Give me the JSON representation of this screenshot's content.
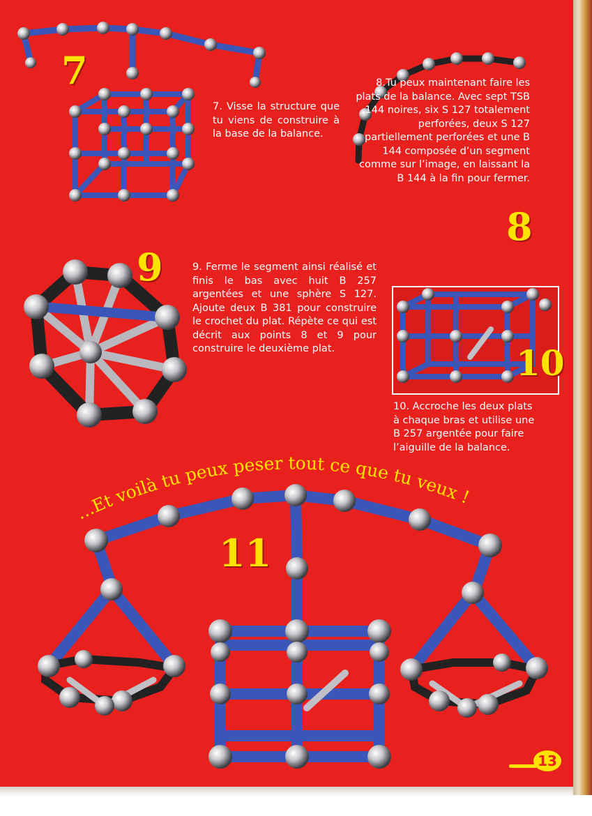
{
  "colors": {
    "background": "#e8201e",
    "number_yellow": "#ffe300",
    "text": "#ffffff",
    "rod_blue": "#3a56b8",
    "rod_black": "#222222"
  },
  "steps": {
    "s7": {
      "number": "7",
      "text": "7. Visse la structure que tu viens de construire à la base de la balance."
    },
    "s8": {
      "number": "8",
      "text": "8.Tu peux maintenant faire les plats de la balance. Avec sept TSB 144 noires, six S 127 totalement perforées, deux S 127 partiellement perforées et une B 144 composée d’un segment comme sur l’image, en laissant la B 144 à la fin pour fermer."
    },
    "s9": {
      "number": "9",
      "text": "9. Ferme le segment ainsi réalisé et finis le bas avec huit B 257 argentées et une sphère S 127. Ajoute deux B 381 pour construire le crochet du plat. Répète ce qui est décrit aux points 8 et 9 pour construire le deuxième plat."
    },
    "s10": {
      "number": "10",
      "text": "10. Accroche les deux plats à chaque bras et utilise une B 257 argentée pour faire l’aiguille de la balance."
    },
    "s11": {
      "number": "11"
    }
  },
  "slogan": "...Et voilà tu peux peser tout ce que tu veux !",
  "page_number": "13"
}
